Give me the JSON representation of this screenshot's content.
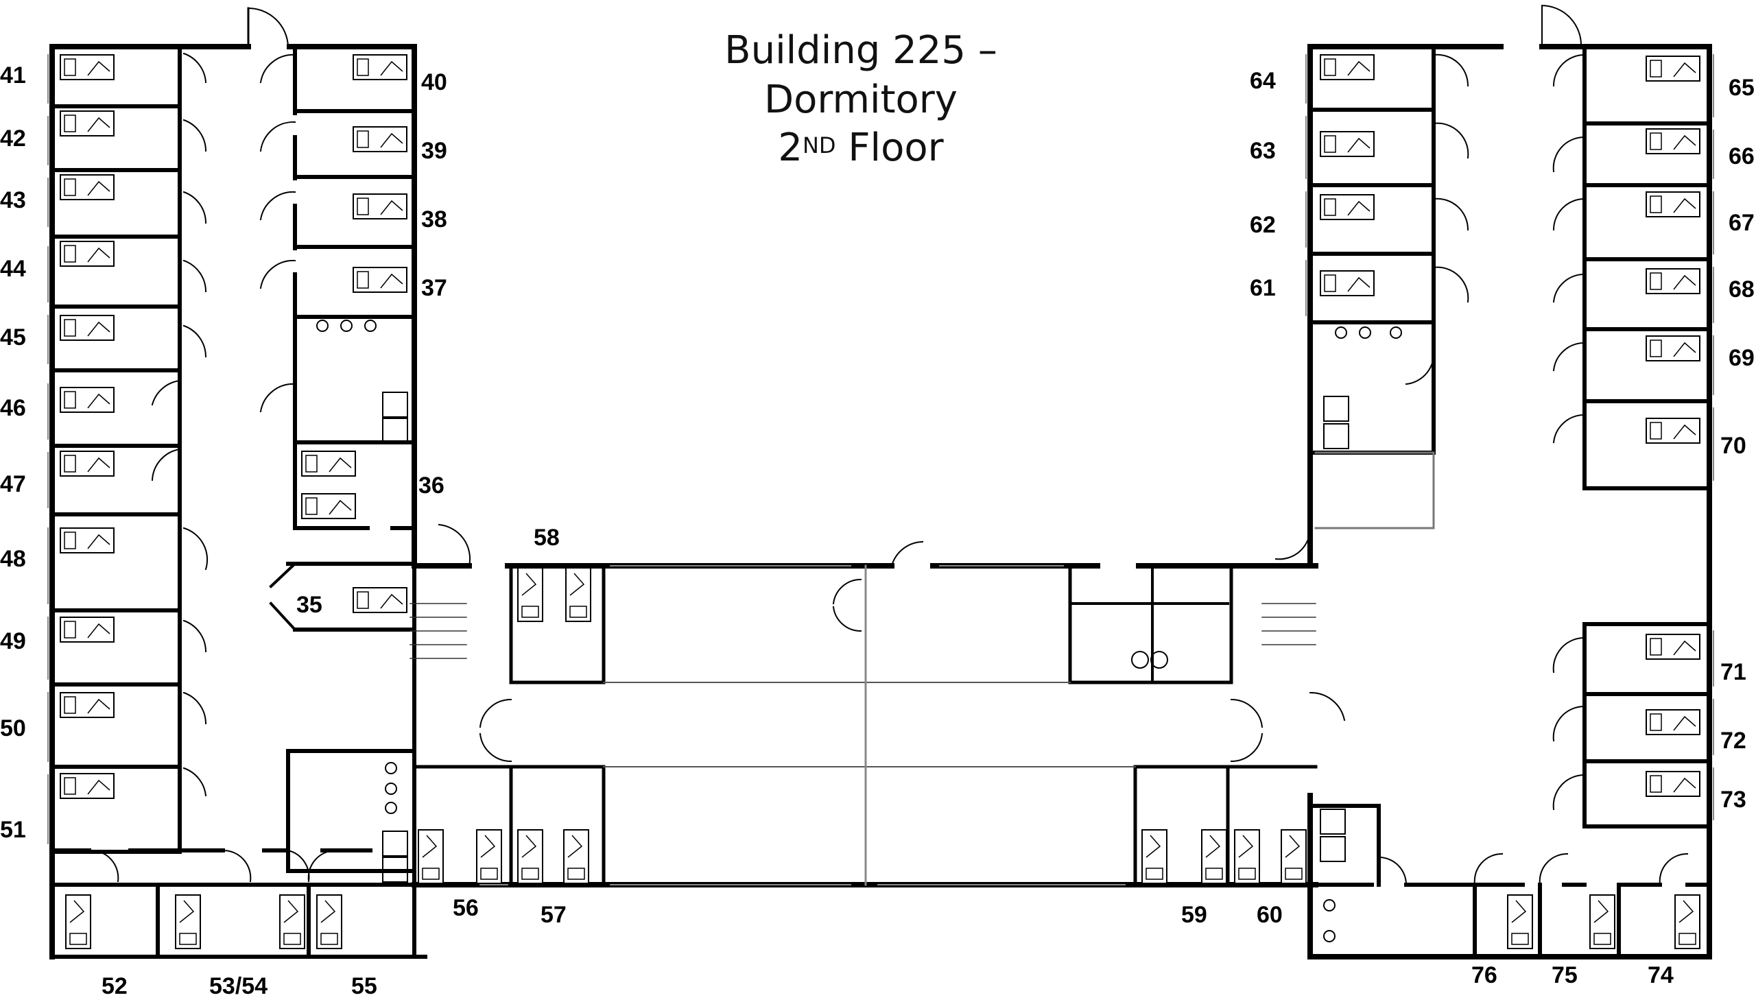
{
  "title": {
    "line1": "Building 225 –",
    "line2": "Dormitory",
    "line3_number": "2",
    "line3_super": "ND",
    "line3_rest": " Floor"
  },
  "rooms": {
    "r35": "35",
    "r36": "36",
    "r37": "37",
    "r38": "38",
    "r39": "39",
    "r40": "40",
    "r41": "41",
    "r42": "42",
    "r43": "43",
    "r44": "44",
    "r45": "45",
    "r46": "46",
    "r47": "47",
    "r48": "48",
    "r49": "49",
    "r50": "50",
    "r51": "51",
    "r52": "52",
    "r5354": "53/54",
    "r55": "55",
    "r56": "56",
    "r57": "57",
    "r58": "58",
    "r59": "59",
    "r60": "60",
    "r61": "61",
    "r62": "62",
    "r63": "63",
    "r64": "64",
    "r65": "65",
    "r66": "66",
    "r67": "67",
    "r68": "68",
    "r69": "69",
    "r70": "70",
    "r71": "71",
    "r72": "72",
    "r73": "73",
    "r74": "74",
    "r75": "75",
    "r76": "76"
  },
  "colors": {
    "wall": "#000000",
    "line": "#333333",
    "window": "#888888",
    "background": "#ffffff"
  }
}
